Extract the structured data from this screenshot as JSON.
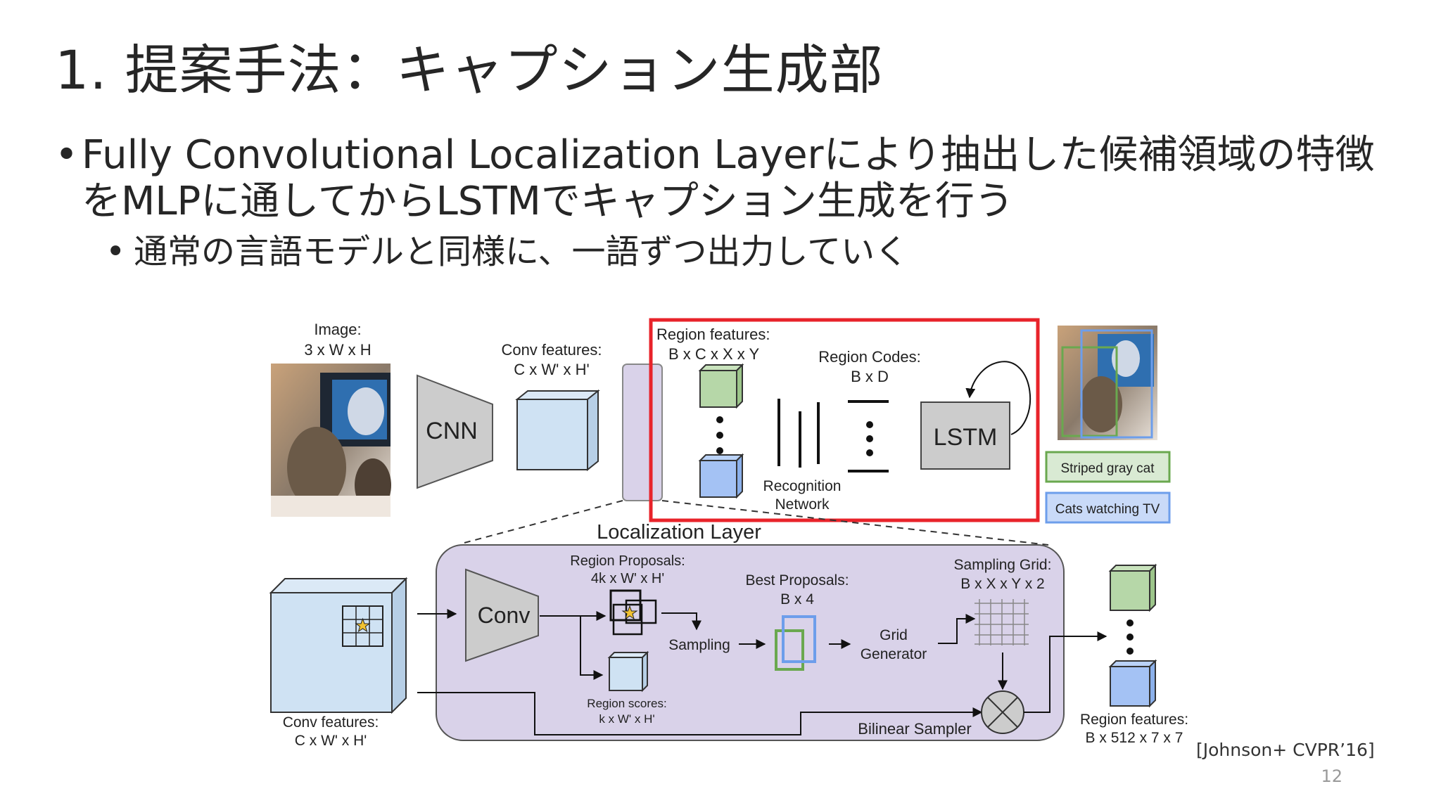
{
  "slide": {
    "title": "1. 提案手法：キャプション生成部",
    "bullet1": "Fully Convolutional Localization Layerにより抽出した候補領域の特徴をMLPに通してからLSTMでキャプション生成を行う",
    "bullet2": "通常の言語モデルと同様に、一語ずつ出力していく",
    "citation": "[Johnson+ CVPR’16]",
    "page_number": "12"
  },
  "diagram": {
    "image_label": [
      "Image:",
      "3 x W x H"
    ],
    "cnn_label": "CNN",
    "conv_features_top": [
      "Conv features:",
      "C x W' x H'"
    ],
    "region_features_top": [
      "Region features:",
      "B x C x X x Y"
    ],
    "region_codes": [
      "Region Codes:",
      "B x D"
    ],
    "recognition_network": [
      "Recognition",
      "Network"
    ],
    "lstm_label": "LSTM",
    "caption_1": "Striped gray cat",
    "caption_2": "Cats watching TV",
    "localization_layer": "Localization Layer",
    "conv_label": "Conv",
    "region_proposals": [
      "Region Proposals:",
      "4k x W' x H'"
    ],
    "region_scores": [
      "Region scores:",
      "k x W' x H'"
    ],
    "sampling": "Sampling",
    "best_proposals": [
      "Best Proposals:",
      "B x 4"
    ],
    "grid_generator": [
      "Grid",
      "Generator"
    ],
    "sampling_grid": [
      "Sampling Grid:",
      "B x X x Y x 2"
    ],
    "bilinear_sampler": "Bilinear Sampler",
    "conv_features_bottom": [
      "Conv features:",
      "C x W' x H'"
    ],
    "region_features_bottom": [
      "Region features:",
      "B x 512 x 7 x 7"
    ]
  },
  "colors": {
    "highlight_frame": "#e8232a",
    "localization_bg": "#d9d2e9",
    "feature_green": "#b6d7a8",
    "feature_blue": "#a4c2f4",
    "cube_light_blue": "#cfe2f3",
    "caption_green_border": "#6aa84f",
    "caption_blue_border": "#6d9eeb"
  }
}
